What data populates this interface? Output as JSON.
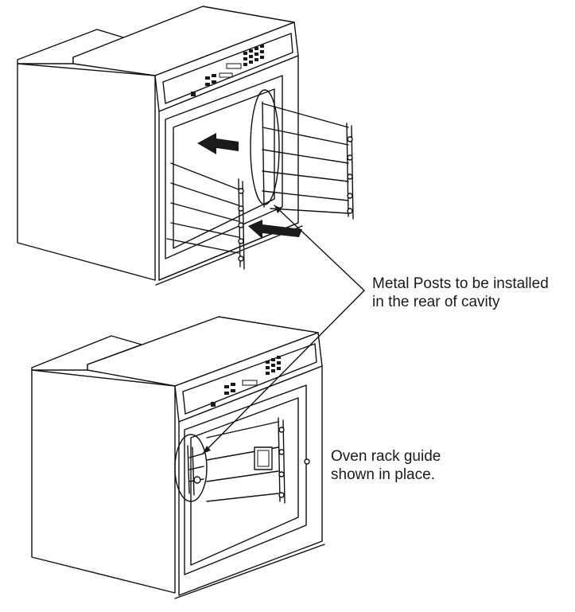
{
  "callouts": {
    "metal_posts": {
      "line1": "Metal Posts to be installed",
      "line2": "in the rear of cavity"
    },
    "rack_guide": {
      "line1": "Oven rack guide",
      "line2": "shown in place."
    }
  },
  "colors": {
    "ink": "#111111",
    "background": "#ffffff"
  }
}
